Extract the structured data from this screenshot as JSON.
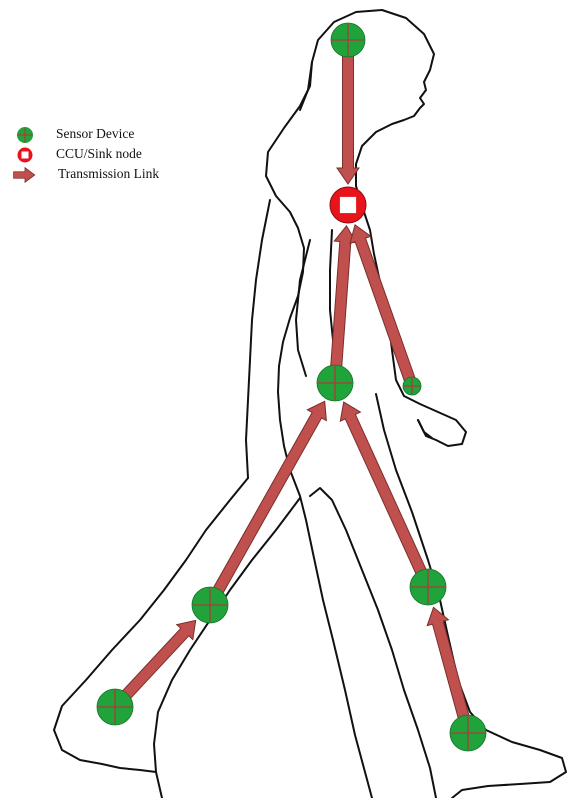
{
  "legend": {
    "sensor_label": "Sensor  Device",
    "sink_label": "CCU/Sink node",
    "link_label": "Transmission Link"
  },
  "colors": {
    "sensor_fill": "#1fa33a",
    "sensor_cross": "#b23a3a",
    "sink_ring": "#e8141c",
    "link_fill": "#c0504d",
    "link_stroke": "#7a2e2b",
    "outline": "#111111"
  },
  "nodes": [
    {
      "id": "head",
      "type": "sensor"
    },
    {
      "id": "chest",
      "type": "sink"
    },
    {
      "id": "hip",
      "type": "sensor"
    },
    {
      "id": "wrist",
      "type": "sensor"
    },
    {
      "id": "left-knee",
      "type": "sensor"
    },
    {
      "id": "left-ankle",
      "type": "sensor"
    },
    {
      "id": "right-knee",
      "type": "sensor"
    },
    {
      "id": "right-ankle",
      "type": "sensor"
    }
  ],
  "links": [
    {
      "from": "head",
      "to": "chest"
    },
    {
      "from": "hip",
      "to": "chest"
    },
    {
      "from": "wrist",
      "to": "chest"
    },
    {
      "from": "left-knee",
      "to": "hip"
    },
    {
      "from": "left-ankle",
      "to": "left-knee"
    },
    {
      "from": "right-knee",
      "to": "hip"
    },
    {
      "from": "right-ankle",
      "to": "right-knee"
    }
  ]
}
